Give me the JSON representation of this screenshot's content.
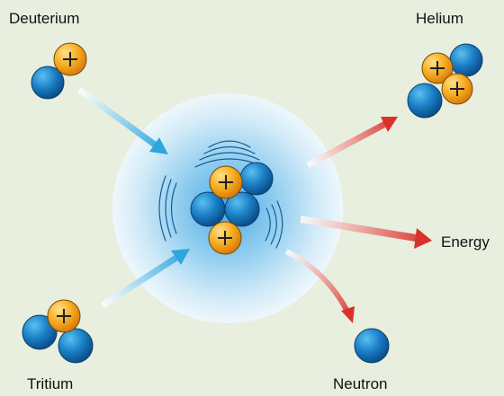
{
  "labels": {
    "deuterium": "Deuterium",
    "tritium": "Tritium",
    "helium": "Helium",
    "energy": "Energy",
    "neutron": "Neutron"
  },
  "particles": {
    "proton_symbol": "+",
    "proton_color": "#f5a21a",
    "neutron_color": "#1a7fc6"
  },
  "colors": {
    "background": "#e8efdf",
    "incoming_arrow": "#3aaee0",
    "outgoing_arrow": "#d8322b",
    "glow": "#58b7ea"
  }
}
